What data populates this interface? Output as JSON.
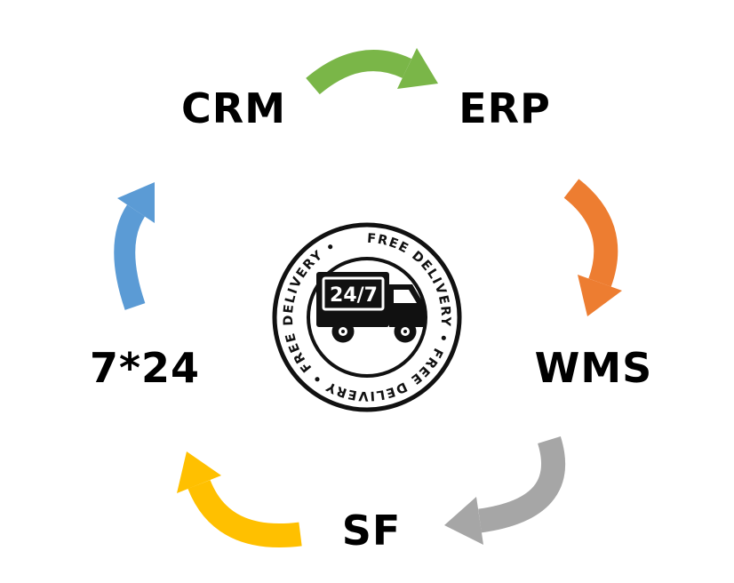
{
  "page": {
    "background": "#ffffff"
  },
  "diagram": {
    "nodes": [
      {
        "id": "crm",
        "label": "CRM"
      },
      {
        "id": "erp",
        "label": "ERP"
      },
      {
        "id": "wms",
        "label": "WMS"
      },
      {
        "id": "sf",
        "label": "SF"
      },
      {
        "id": "seven-24",
        "label": "7*24"
      }
    ],
    "arrows": [
      {
        "name": "crm-to-erp",
        "color": "#7ab648"
      },
      {
        "name": "erp-to-wms",
        "color": "#ed7d31"
      },
      {
        "name": "wms-to-sf",
        "color": "#a6a6a6"
      },
      {
        "name": "sf-to-724",
        "color": "#ffc000"
      },
      {
        "name": "724-to-crm",
        "color": "#5b9bd5"
      }
    ],
    "badge": {
      "ring_text": "FREE DELIVERY • FREE DELIVERY • FREE DELIVERY •",
      "truck_label": "24/7",
      "ink_color": "#111111"
    }
  }
}
